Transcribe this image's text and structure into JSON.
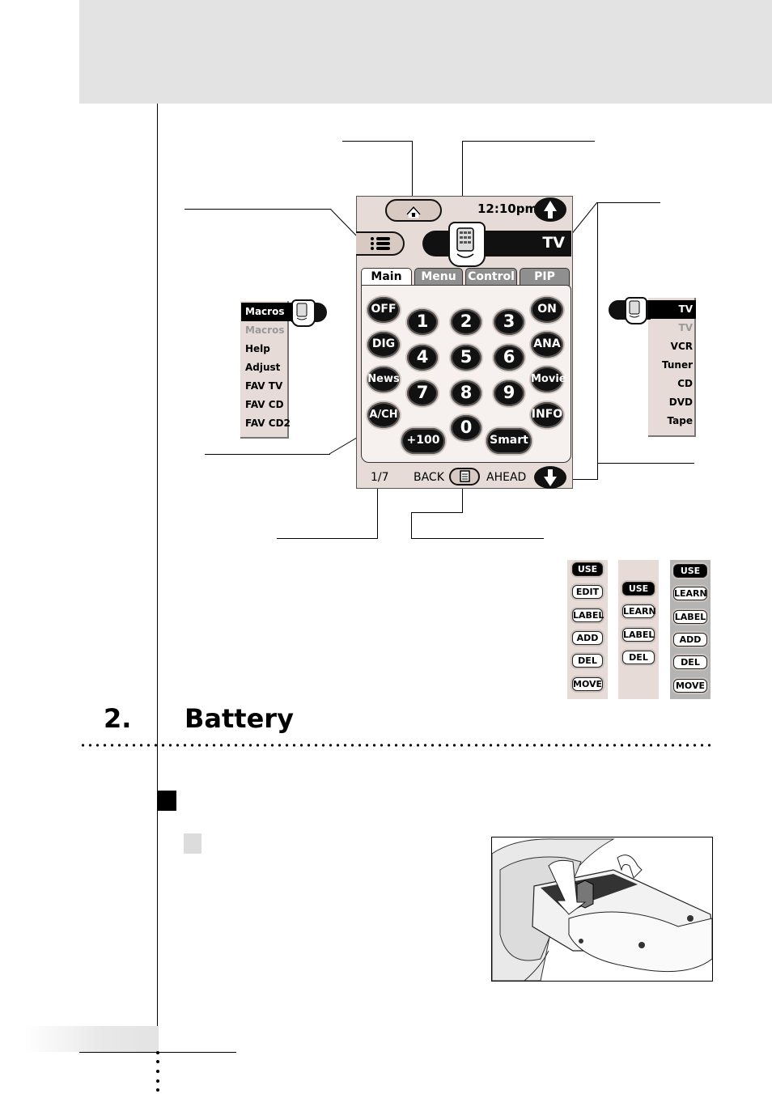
{
  "section": {
    "number": "2.",
    "title": "Battery"
  },
  "remote": {
    "time": "12:10pm",
    "device": "TV",
    "tabs": [
      "Main",
      "Menu",
      "Control",
      "PIP"
    ],
    "side_left": [
      "OFF",
      "DIG",
      "News",
      "A/CH"
    ],
    "side_right": [
      "ON",
      "ANA",
      "Movie",
      "INFO"
    ],
    "numbers": [
      "1",
      "2",
      "3",
      "4",
      "5",
      "6",
      "7",
      "8",
      "9",
      "0"
    ],
    "plus100": "+100",
    "smart": "Smart",
    "page": "1/7",
    "back": "BACK",
    "ahead": "AHEAD"
  },
  "macros_panel": {
    "title": "Macros",
    "items": [
      "Macros",
      "Help",
      "Adjust",
      "FAV TV",
      "FAV CD",
      "FAV CD2"
    ]
  },
  "devices_panel": {
    "title": "TV",
    "items": [
      "TV",
      "VCR",
      "Tuner",
      "CD",
      "DVD",
      "Tape"
    ]
  },
  "mode_columns": [
    [
      "USE",
      "EDIT",
      "LABEL",
      "ADD",
      "DEL",
      "MOVE"
    ],
    [
      "USE",
      "LEARN",
      "LABEL",
      "DEL"
    ],
    [
      "USE",
      "LEARN",
      "LABEL",
      "ADD",
      "DEL",
      "MOVE"
    ]
  ],
  "icons": [
    "home-icon",
    "remote-icon",
    "up-arrow-icon",
    "down-arrow-icon",
    "list-icon",
    "page-icon",
    "battery-photo"
  ]
}
